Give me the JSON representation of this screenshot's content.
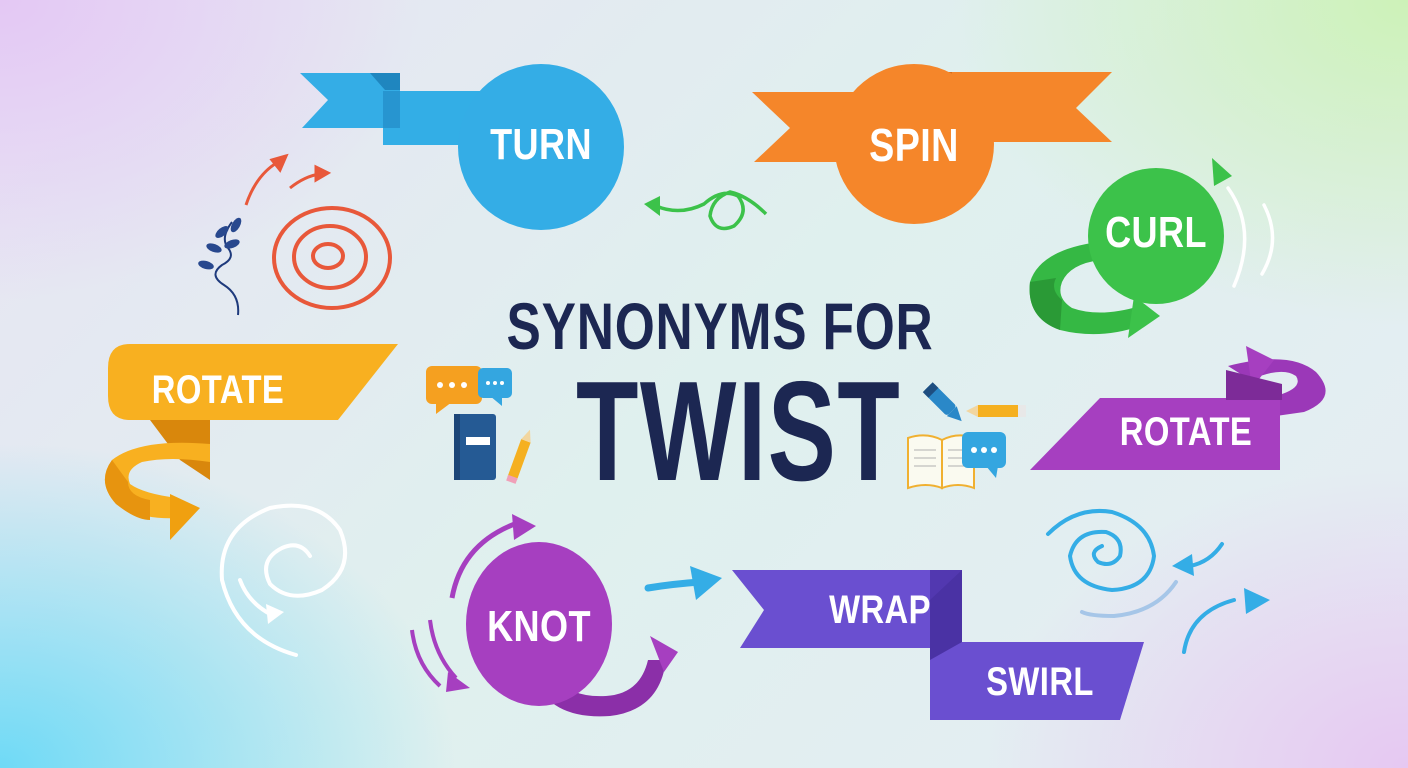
{
  "title": {
    "line1": "SYNONYMS FOR",
    "line2": "TWIST"
  },
  "synonyms": [
    {
      "word": "TURN",
      "color": "#34ade6",
      "shape": "circle-ribbon"
    },
    {
      "word": "SPIN",
      "color": "#f5862a",
      "shape": "circle-ribbon"
    },
    {
      "word": "CURL",
      "color": "#3cc24a",
      "shape": "circle-loop"
    },
    {
      "word": "ROTATE",
      "color": "#f8b020",
      "shape": "ribbon-left"
    },
    {
      "word": "ROTATE",
      "color": "#a63fc0",
      "shape": "ribbon-right"
    },
    {
      "word": "KNOT",
      "color": "#a63fc0",
      "shape": "circle-loop"
    },
    {
      "word": "WRAP",
      "color": "#6a4fd0",
      "shape": "ribbon-fold"
    },
    {
      "word": "SWIRL",
      "color": "#6a4fd0",
      "shape": "ribbon-fold"
    }
  ],
  "decorations": {
    "icons": [
      "speech-bubbles-icon",
      "book-icon",
      "pencil-icon",
      "pen-icon",
      "open-book-icon",
      "chat-bubble-icon",
      "leaf-vine-icon",
      "concentric-circles-icon",
      "spiral-icon",
      "arrow-icon",
      "knot-loop-icon"
    ]
  },
  "colors": {
    "title": "#1c2752",
    "blue": "#34ade6",
    "orange": "#f5862a",
    "green": "#3cc24a",
    "yellow": "#f8b020",
    "purple": "#a63fc0",
    "violet": "#6a4fd0",
    "red": "#e8583a"
  }
}
